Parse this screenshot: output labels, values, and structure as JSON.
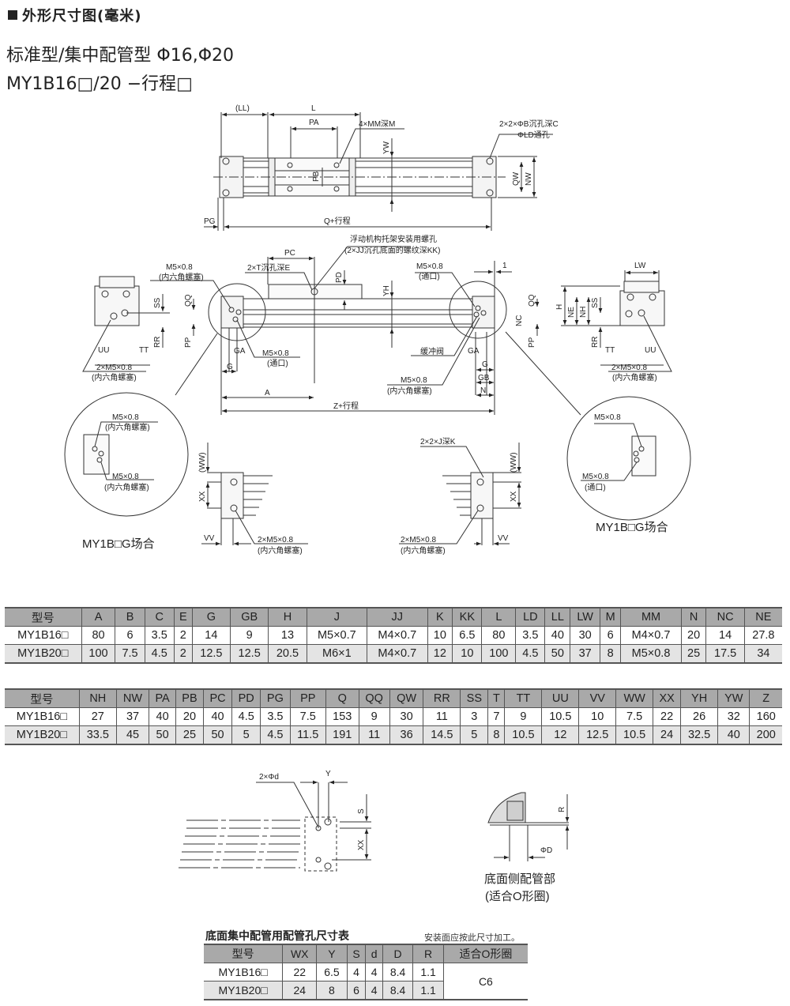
{
  "header": {
    "section_title": "外形尺寸图(毫米)",
    "subtitle": "标准型/集中配管型 Φ16,Φ20",
    "model_line": "MY1B16□/20 −行程□"
  },
  "drawing_labels": {
    "top_view": {
      "ll": "(LL)",
      "l": "L",
      "pa": "PA",
      "mm": "4×MM深M",
      "yw": "YW",
      "pb": "PB",
      "counterbore_1": "2×2×ΦB沉孔深C",
      "counterbore_2": "ΦLD通孔",
      "qw": "QW",
      "nw": "NW",
      "pg": "PG",
      "q_stroke": "Q+行程"
    },
    "front_view": {
      "float_1": "浮动机构托架安装用螺孔",
      "float_2": "(2×JJ沉孔底面的螺纹深KK)",
      "pc": "PC",
      "t_cb": "2×T沉孔深E",
      "pd": "PD",
      "yh": "YH",
      "m5_hex": "M5×0.8",
      "hex_plug": "(内六角螺塞)",
      "m5_thru": "M5×0.8",
      "thru_port": "(通口)",
      "qq": "QQ",
      "pp": "PP",
      "ga": "GA",
      "g": "G",
      "a": "A",
      "z_stroke": "Z+行程",
      "cushion": "缓冲阀",
      "m5_hex2": "M5×0.8",
      "hex_plug2": "(内六角螺塞)",
      "m5_thru_r": "M5×0.8",
      "thru_port_r": "(通口)",
      "one": "1",
      "nc": "NC",
      "gb": "GB",
      "n": "N",
      "g_r": "G",
      "ga_r": "GA"
    },
    "left_end": {
      "ss": "SS",
      "rr": "RR",
      "uu": "UU",
      "tt": "TT",
      "ports": "2×M5×0.8",
      "ports_note": "(内六角螺塞)"
    },
    "right_end": {
      "lw": "LW",
      "h": "H",
      "ne": "NE",
      "nh": "NH",
      "ss": "SS",
      "rr": "RR",
      "tt": "TT",
      "uu": "UU",
      "ports": "2×M5×0.8",
      "ports_note": "(内六角螺塞)"
    },
    "detail_left": {
      "m5_a": "M5×0.8",
      "plug_a": "(内六角螺塞)",
      "m5_b": "M5×0.8",
      "plug_b": "(内六角螺塞)",
      "caption": "MY1B□G场合"
    },
    "detail_right": {
      "m5_a": "M5×0.8",
      "m5_b": "M5×0.8",
      "thru": "(通口)",
      "caption": "MY1B□G场合"
    },
    "bottom_left": {
      "ww": "(WW)",
      "xx": "XX",
      "vv": "VV",
      "ports": "2×M5×0.8",
      "ports_note": "(内六角螺塞)"
    },
    "bottom_right": {
      "jk": "2×2×J深K",
      "ww": "(WW)",
      "xx": "XX",
      "vv": "VV",
      "ports": "2×M5×0.8",
      "ports_note": "(内六角螺塞)"
    },
    "port_view": {
      "d": "2×Φd",
      "y": "Y",
      "s": "S",
      "xx": "XX"
    },
    "oring_view": {
      "r": "R",
      "phi_d": "ΦD",
      "caption_1": "底面侧配管部",
      "caption_2": "(适合O形圈)"
    }
  },
  "table1": {
    "headers": [
      "型号",
      "A",
      "B",
      "C",
      "E",
      "G",
      "GB",
      "H",
      "J",
      "JJ",
      "K",
      "KK",
      "L",
      "LD",
      "LL",
      "LW",
      "M",
      "MM",
      "N",
      "NC",
      "NE"
    ],
    "rows": [
      [
        "MY1B16□",
        "80",
        "6",
        "3.5",
        "2",
        "14",
        "9",
        "13",
        "M5×0.7",
        "M4×0.7",
        "10",
        "6.5",
        "80",
        "3.5",
        "40",
        "30",
        "6",
        "M4×0.7",
        "20",
        "14",
        "27.8"
      ],
      [
        "MY1B20□",
        "100",
        "7.5",
        "4.5",
        "2",
        "12.5",
        "12.5",
        "20.5",
        "M6×1",
        "M4×0.7",
        "12",
        "10",
        "100",
        "4.5",
        "50",
        "37",
        "8",
        "M5×0.8",
        "25",
        "17.5",
        "34"
      ]
    ]
  },
  "table2": {
    "headers": [
      "型号",
      "NH",
      "NW",
      "PA",
      "PB",
      "PC",
      "PD",
      "PG",
      "PP",
      "Q",
      "QQ",
      "QW",
      "RR",
      "SS",
      "T",
      "TT",
      "UU",
      "VV",
      "WW",
      "XX",
      "YH",
      "YW",
      "Z"
    ],
    "rows": [
      [
        "MY1B16□",
        "27",
        "37",
        "40",
        "20",
        "40",
        "4.5",
        "3.5",
        "7.5",
        "153",
        "9",
        "30",
        "11",
        "3",
        "7",
        "9",
        "10.5",
        "10",
        "7.5",
        "22",
        "26",
        "32",
        "160"
      ],
      [
        "MY1B20□",
        "33.5",
        "45",
        "50",
        "25",
        "50",
        "5",
        "4.5",
        "11.5",
        "191",
        "11",
        "36",
        "14.5",
        "5",
        "8",
        "10.5",
        "12",
        "12.5",
        "10.5",
        "24",
        "32.5",
        "40",
        "200"
      ]
    ]
  },
  "table3": {
    "title": "底面集中配管用配管孔尺寸表",
    "note": "安装面应按此尺寸加工。",
    "headers": [
      "型号",
      "WX",
      "Y",
      "S",
      "d",
      "D",
      "R",
      "适合O形圈"
    ],
    "rows": [
      [
        "MY1B16□",
        "22",
        "6.5",
        "4",
        "4",
        "8.4",
        "1.1"
      ],
      [
        "MY1B20□",
        "24",
        "8",
        "6",
        "4",
        "8.4",
        "1.1"
      ]
    ],
    "oring": "C6"
  }
}
